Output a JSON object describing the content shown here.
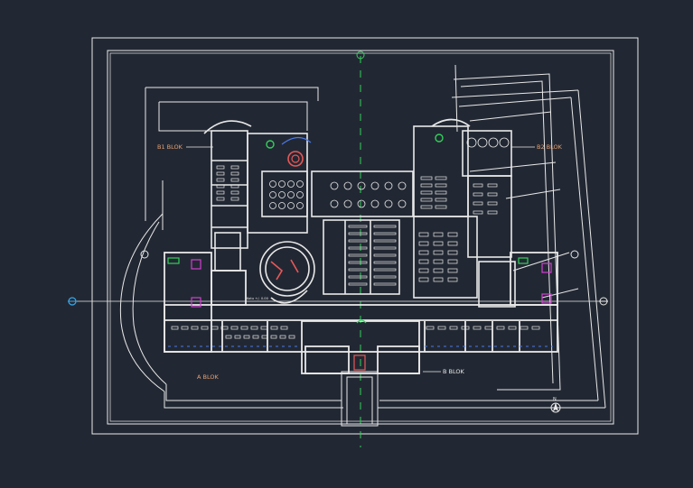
{
  "drawing": {
    "background": "#222833",
    "line_color": "#e8e8e8",
    "accent_green": "#33d05a",
    "accent_red": "#e85858",
    "accent_blue": "#4a78e8",
    "accent_magenta": "#d040d0",
    "accent_cyan": "#3aa8e8"
  },
  "labels": {
    "block_b1": "B1 BLOK",
    "block_b2": "B2 BLOK",
    "block_a": "A BLOK",
    "block_b": "B BLOK",
    "north": "N",
    "level": "Kotu +/- 0.00"
  }
}
